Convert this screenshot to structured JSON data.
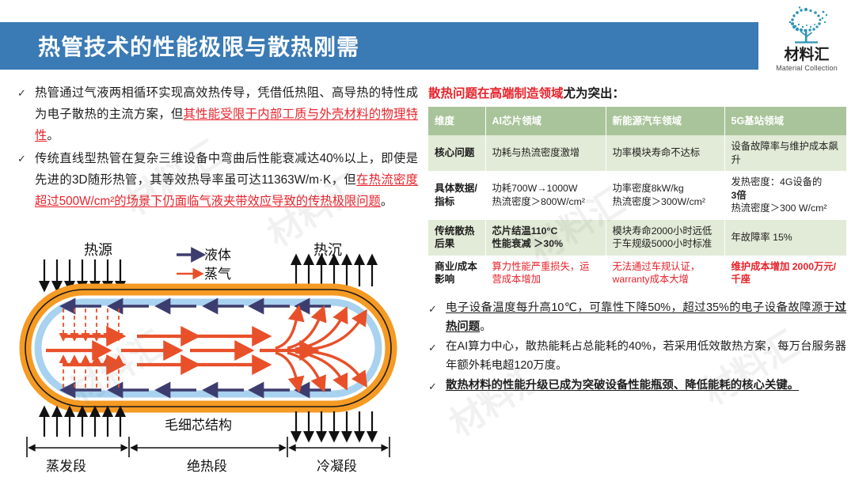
{
  "header": {
    "title": "热管技术的性能极限与散热刚需",
    "bar_color": "#3a7ab5",
    "logo": {
      "cn": "材料汇",
      "en": "Material Collection",
      "icon": "tree-logo-icon"
    }
  },
  "left": {
    "bullets": [
      {
        "marker": "✓",
        "plain_1": "热管通过气液两相循环实现高效热传导，凭借低热阻、高导热的特性成为电子散热的主流方案，但",
        "highlight": "其性能受限于内部工质与外壳材料的物理特性",
        "plain_2": "。"
      },
      {
        "marker": "✓",
        "plain_1": "传统直线型热管在复杂三维设备中弯曲后性能衰减达40%以上，即使是先进的3D随形热管，其等效热导率虽可达11363W/m·K，但",
        "highlight": "在热流密度超过500W/cm²的场景下仍面临气液夹带效应导致的传热极限问题",
        "plain_2": "。"
      }
    ]
  },
  "diagram": {
    "name": "heat-pipe-diagram",
    "labels": {
      "heat_source": "热源",
      "heat_sink": "热沉",
      "legend_liquid": "液体",
      "legend_vapor": "蒸气",
      "wick": "毛细芯结构",
      "evaporator": "蒸发段",
      "adiabatic": "绝热段",
      "condenser": "冷凝段"
    },
    "colors": {
      "shell": "#f59a23",
      "wick": "#a8d2ef",
      "vapor_arrow": "#e8502a",
      "liquid_arrow": "#3d3c6e"
    }
  },
  "right": {
    "heading_red": "散热问题在高端制造领域",
    "heading_black": "尤为突出：",
    "table": {
      "columns": [
        "维度",
        "AI芯片领域",
        "新能源汽车领域",
        "5G基站领域"
      ],
      "rows": [
        {
          "dimension": "核心问题",
          "ai": [
            {
              "t": "功耗与热流密度激增"
            }
          ],
          "ev": [
            {
              "t": "功率模块寿命不达标"
            }
          ],
          "g5": [
            {
              "t": "设备故障率与维护成本飙升"
            }
          ],
          "shade": true
        },
        {
          "dimension": "具体数据/指标",
          "ai": [
            {
              "t": "功耗700W→1000W"
            },
            {
              "t": "热流密度＞800W/cm²"
            }
          ],
          "ev": [
            {
              "t": "功率密度8kW/kg"
            },
            {
              "t": "热流密度＞300W/cm²"
            }
          ],
          "g5": [
            {
              "t": "发热密度：4G设备的"
            },
            {
              "t": "3倍",
              "b": true
            },
            {
              "t": "热流密度＞300 W/cm²"
            }
          ],
          "shade": false
        },
        {
          "dimension": "传统散热后果",
          "ai": [
            {
              "t": "芯片结温110°C",
              "b": true
            },
            {
              "t": "性能衰减 ＞30%",
              "b": true
            }
          ],
          "ev": [
            {
              "t": "模块寿命2000小时远低于车规级5000小时标准"
            }
          ],
          "g5": [
            {
              "t": "年故障率 15%"
            }
          ],
          "shade": true
        },
        {
          "dimension": "商业/成本影响",
          "ai": [
            {
              "t": "算力性能严重损失，运营成本增加",
              "r": true
            }
          ],
          "ev": [
            {
              "t": "无法通过车规认证，warranty成本大增",
              "r": true
            }
          ],
          "g5": [
            {
              "t": "维护成本增加 2000万元/千座",
              "r": true,
              "b": true
            }
          ],
          "shade": false
        }
      ]
    },
    "bottom_bullets": [
      {
        "marker": "✓",
        "text": "电子设备温度每升高10℃，可靠性下降50%，超过35%的电子设备故障源于",
        "bold_tail": "过热问题",
        "tail": "。",
        "underline": true
      },
      {
        "marker": "✓",
        "text": "在AI算力中心，散热能耗占总能耗的40%，若采用低效散热方案，每万台服务器年额外耗电超120万度。",
        "bold_tail": "",
        "tail": "",
        "underline": false
      },
      {
        "marker": "✓",
        "text": "",
        "bold_tail": "散热材料的性能升级已成为突破设备性能瓶颈、降低能耗的核心关键。",
        "tail": "",
        "underline": true
      }
    ]
  },
  "colors": {
    "accent_blue": "#3a7ab5",
    "table_header_green": "#a9c49a",
    "table_row_green": "#e2ebd7",
    "red": "#e8222a"
  }
}
